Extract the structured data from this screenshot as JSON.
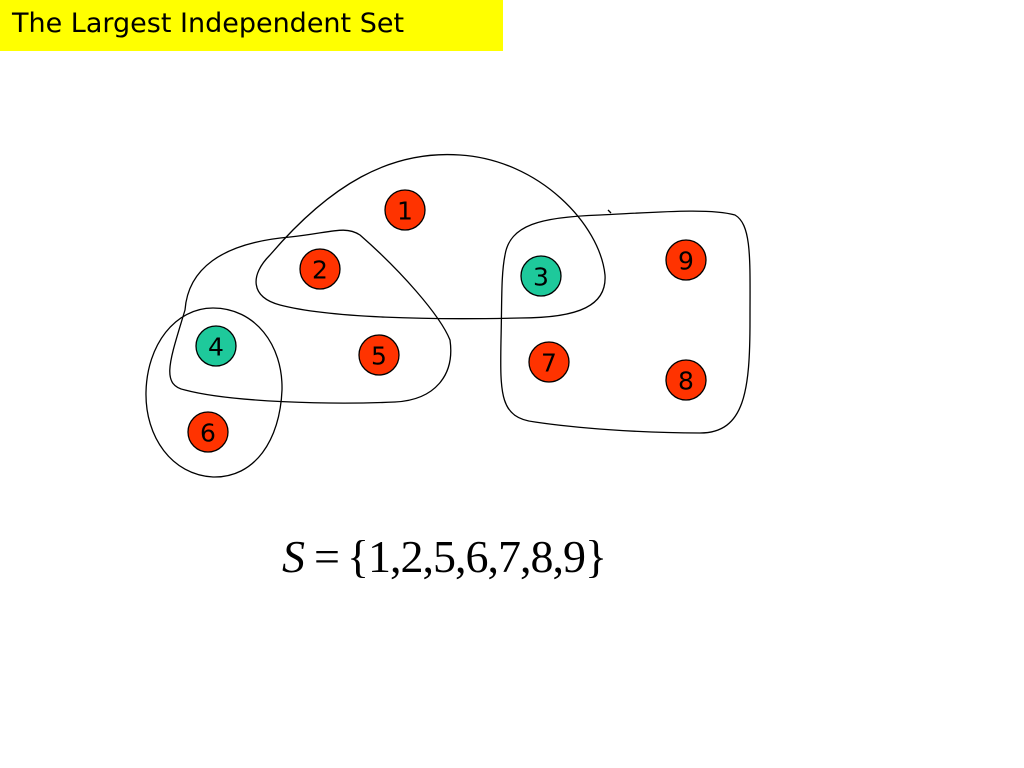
{
  "title": "The Largest Independent Set",
  "colors": {
    "title_background": "#ffff00",
    "selected_node": "#ff3300",
    "other_node": "#1ec99b",
    "outline": "#000000"
  },
  "nodes": [
    {
      "label": "1",
      "selected": true
    },
    {
      "label": "2",
      "selected": true
    },
    {
      "label": "3",
      "selected": false
    },
    {
      "label": "4",
      "selected": false
    },
    {
      "label": "5",
      "selected": true
    },
    {
      "label": "6",
      "selected": true
    },
    {
      "label": "7",
      "selected": true
    },
    {
      "label": "8",
      "selected": true
    },
    {
      "label": "9",
      "selected": true
    }
  ],
  "formula": {
    "variable": "S",
    "equals": "=",
    "set": "{1,2,5,6,7,8,9}"
  }
}
